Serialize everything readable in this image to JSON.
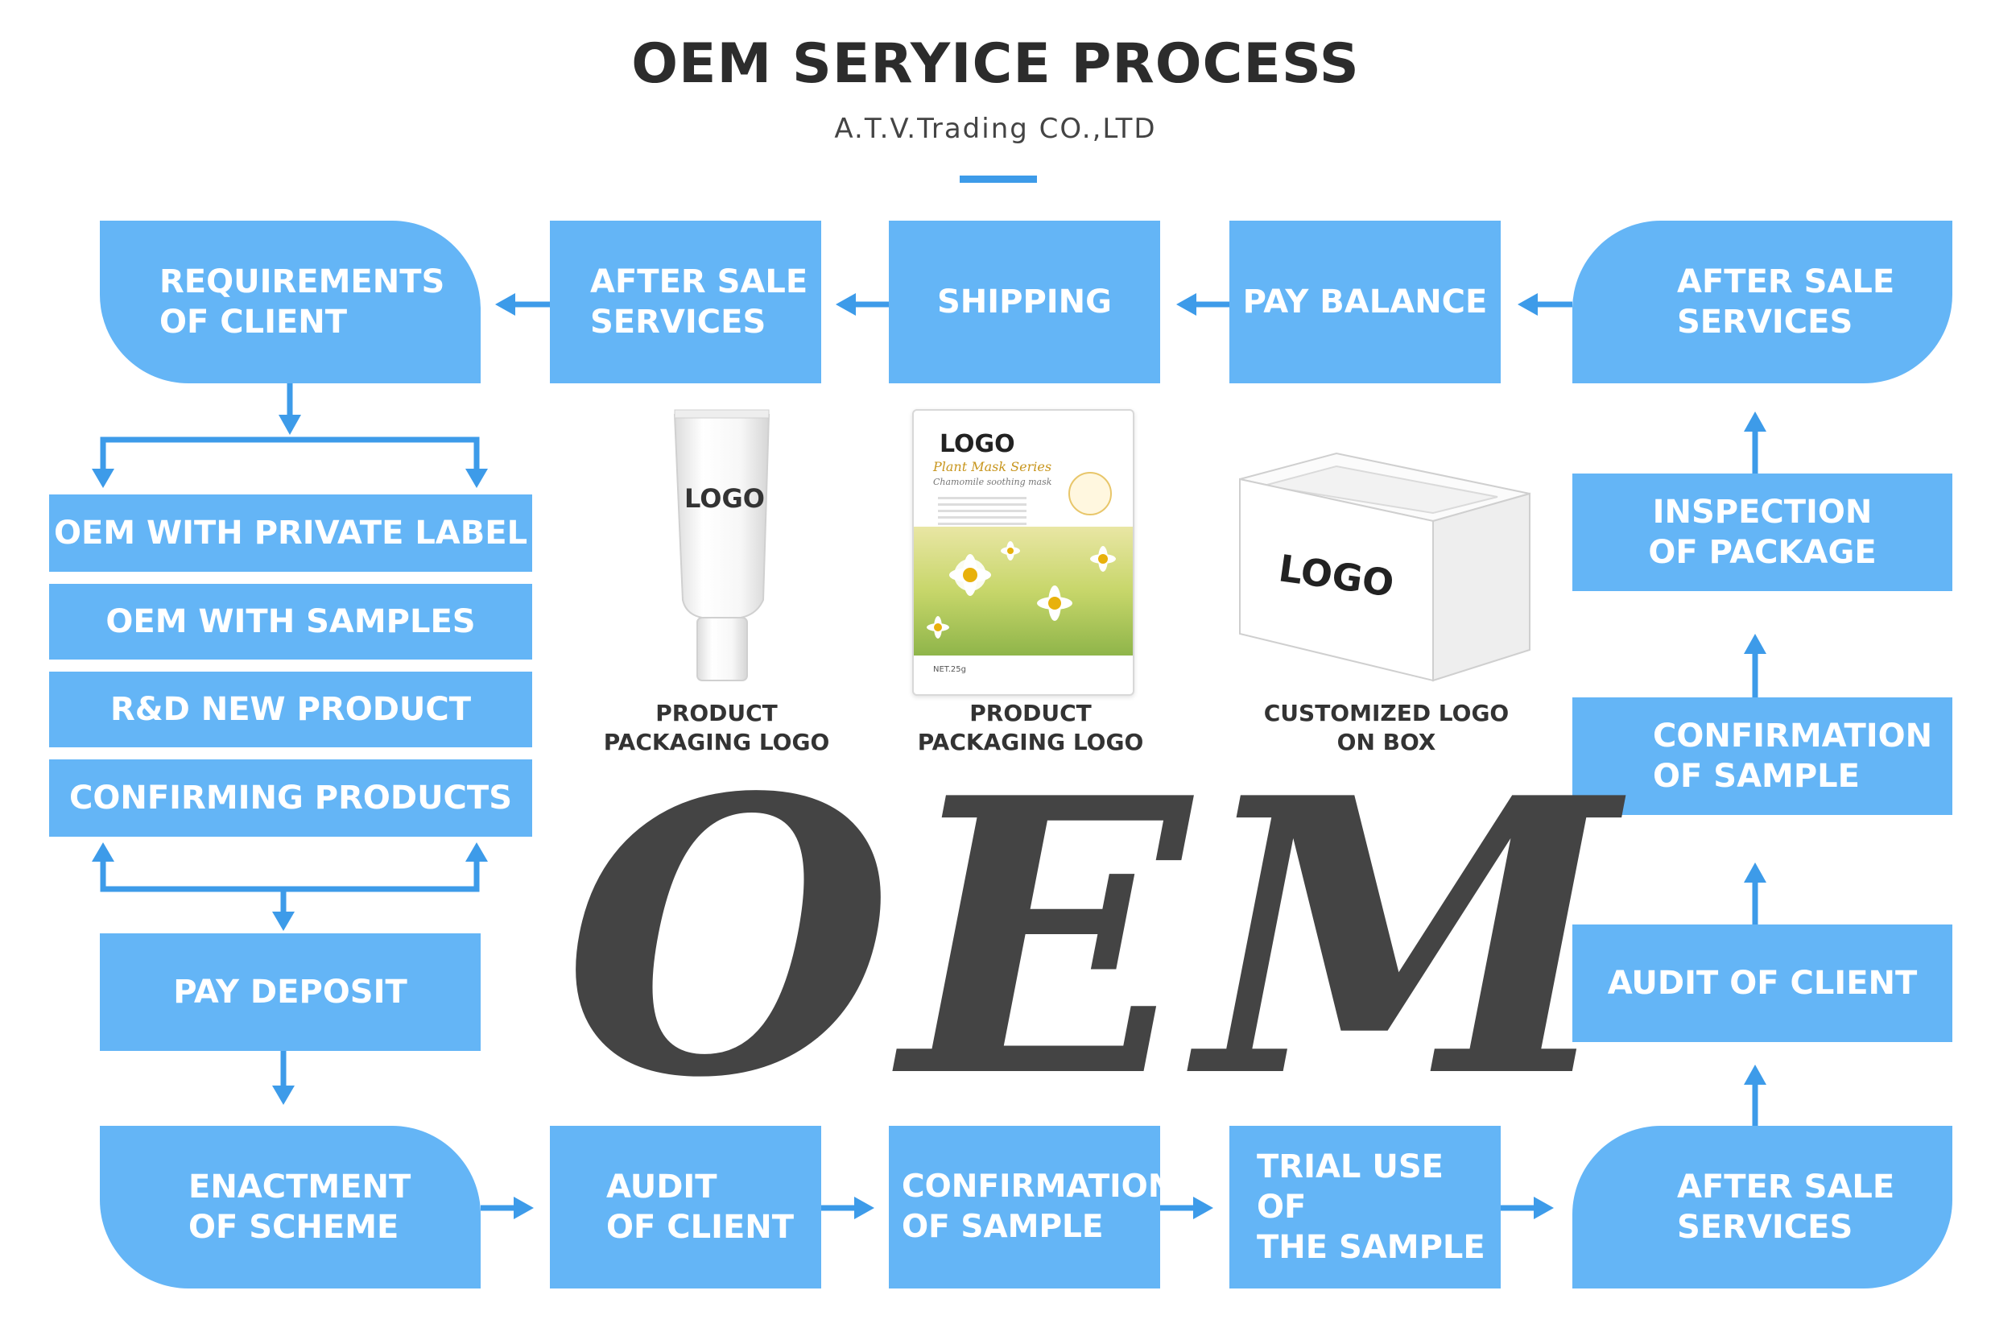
{
  "header": {
    "title": "OEM SERYICE PROCESS",
    "subtitle": "A.T.V.Trading CO.,LTD"
  },
  "top_row": {
    "requirements": "REQUIREMENTS\nOF CLIENT",
    "after_sale_1": "AFTER SALE\nSERVICES",
    "shipping": "SHIPPING",
    "pay_balance": "PAY BALANCE",
    "after_sale_2": "AFTER SALE\nSERVICES"
  },
  "left_column": {
    "options": [
      "OEM WITH PRIVATE LABEL",
      "OEM WITH SAMPLES",
      "R&D NEW PRODUCT",
      "CONFIRMING PRODUCTS"
    ],
    "pay_deposit": "PAY DEPOSIT"
  },
  "right_column": {
    "inspection": "INSPECTION\nOF PACKAGE",
    "confirmation": "CONFIRMATION\nOF SAMPLE",
    "audit": "AUDIT OF CLIENT"
  },
  "bottom_row": {
    "enactment": "ENACTMENT\nOF SCHEME",
    "audit": "AUDIT\nOF CLIENT",
    "confirmation": "CONFIRMATION\nOF SAMPLE",
    "trial": "TRIAL USE OF\nTHE SAMPLE",
    "after_sale": "AFTER SALE\nSERVICES"
  },
  "products": {
    "tube_logo": "LOGO",
    "tube_caption": "PRODUCT\nPACKAGING LOGO",
    "mask_logo": "LOGO",
    "mask_series": "Plant Mask Series",
    "mask_sub": "Chamomile soothing mask",
    "mask_weight": "NET.25g",
    "mask_caption": "PRODUCT\nPACKAGING LOGO",
    "box_logo": "LOGO",
    "box_caption": "CUSTOMIZED LOGO\nON BOX"
  },
  "center_mark": "OEM",
  "colors": {
    "box_fill": "#64b5f6",
    "arrow": "#3d9be9",
    "text_dark": "#444444"
  }
}
